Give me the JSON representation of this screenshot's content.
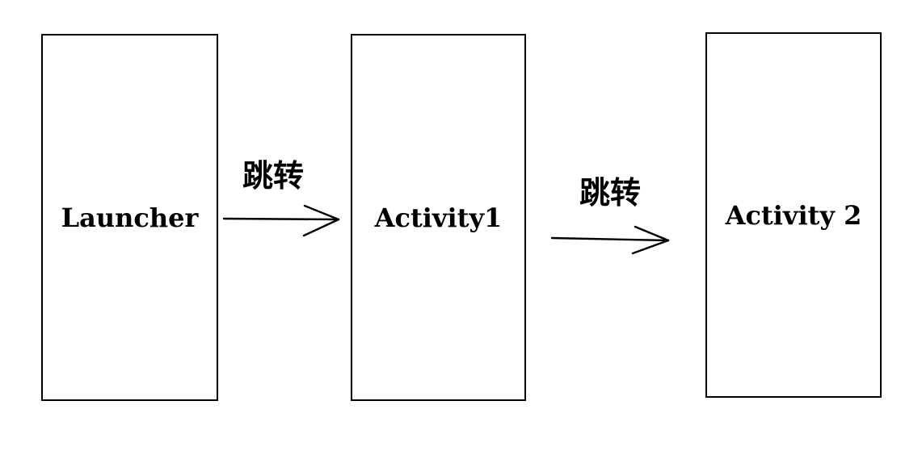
{
  "diagram": {
    "title": "activity-jump-flow",
    "background_color": "#ffffff",
    "stroke_color": "#000000",
    "text_color": "#000000",
    "boxes": [
      {
        "id": "launcher",
        "label": "Launcher"
      },
      {
        "id": "activity1",
        "label": "Activity1"
      },
      {
        "id": "activity2",
        "label": "Activity 2"
      }
    ],
    "arrows": [
      {
        "from": "launcher",
        "to": "activity1",
        "label": "跳转",
        "direction": "right"
      },
      {
        "from": "activity1",
        "to": "activity2",
        "label": "跳转",
        "direction": "right"
      }
    ]
  }
}
